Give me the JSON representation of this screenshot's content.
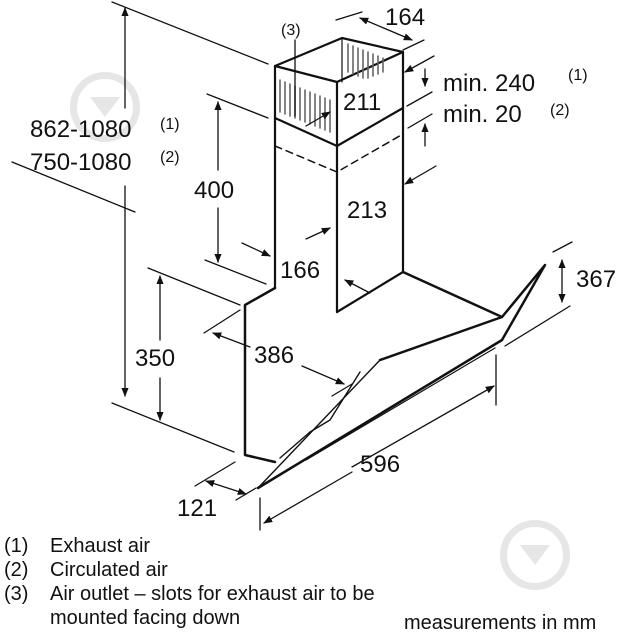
{
  "diagram": {
    "subject": "Inclined chimney cooker hood dimension drawing",
    "dimensions": {
      "overall_height_exhaust": "862-1080",
      "overall_height_exhaust_note": "(1)",
      "overall_height_circulated": "750-1080",
      "overall_height_circulated_note": "(2)",
      "chimney_width": "164",
      "chimney_inner_depth": "211",
      "min_exhaust": "min. 240",
      "min_exhaust_note": "(1)",
      "min_circulated": "min. 20",
      "min_circulated_note": "(2)",
      "chimney_height": "400",
      "chimney_lower_depth": "213",
      "chimney_lower_width": "166",
      "body_height": "350",
      "body_depth": "386",
      "glass_height": "367",
      "hood_width": "596",
      "front_offset": "121",
      "air_outlet_callout": "(3)"
    },
    "legend": [
      {
        "key": "(1)",
        "text": "Exhaust air"
      },
      {
        "key": "(2)",
        "text": "Circulated air"
      },
      {
        "key": "(3)",
        "text": "Air outlet – slots for exhaust air to be mounted facing down"
      }
    ],
    "units_note": "measurements in mm",
    "colors": {
      "line": "#111111",
      "watermark": "#e6e6e6",
      "background": "#ffffff"
    }
  }
}
